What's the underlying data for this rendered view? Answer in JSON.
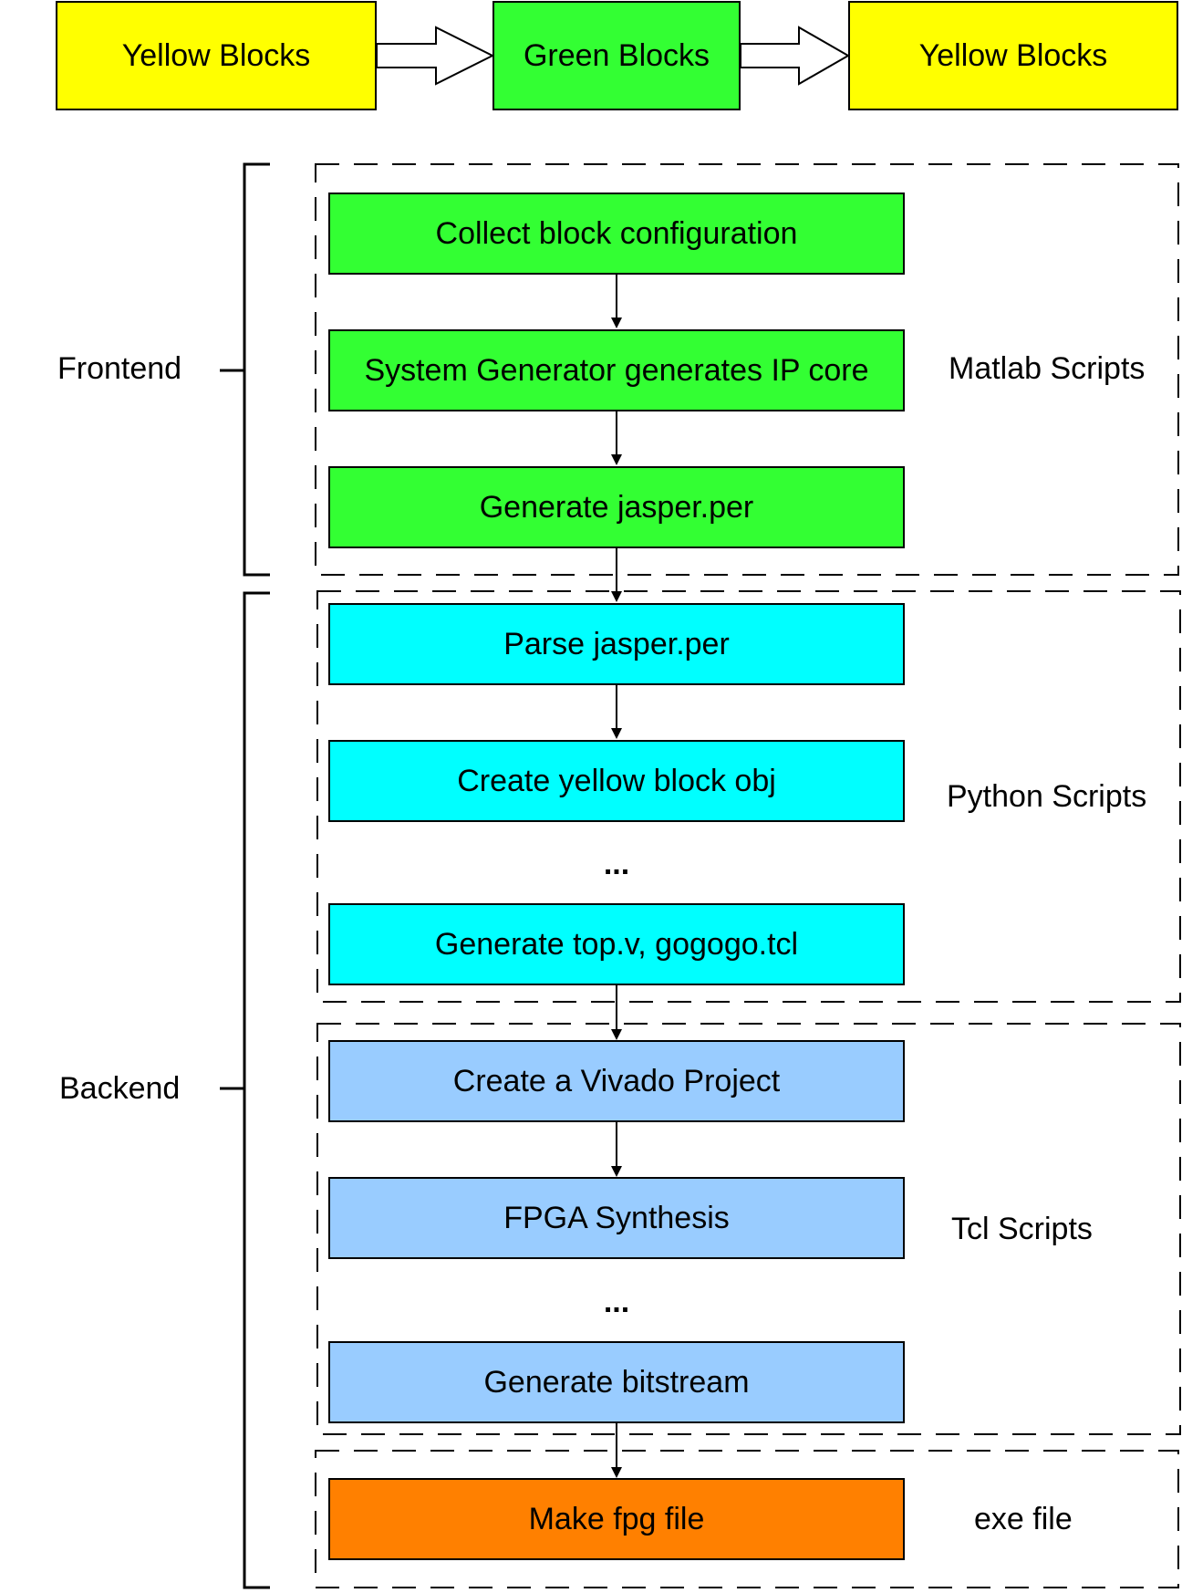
{
  "top_row": {
    "blocks": [
      {
        "label": "Yellow Blocks",
        "color": "#ffff00"
      },
      {
        "label": "Green Blocks",
        "color": "#33ff33"
      },
      {
        "label": "Yellow Blocks",
        "color": "#ffff00"
      }
    ]
  },
  "stages": {
    "frontend": "Frontend",
    "backend": "Backend"
  },
  "groups": {
    "matlab": {
      "label": "Matlab Scripts",
      "color": "#33ff33",
      "steps": [
        "Collect block configuration",
        "System Generator generates IP core",
        "Generate jasper.per"
      ]
    },
    "python": {
      "label": "Python Scripts",
      "color": "#00ffff",
      "steps": [
        "Parse jasper.per",
        "Create yellow block obj",
        "Generate top.v, gogogo.tcl"
      ],
      "ellipsis": "..."
    },
    "tcl": {
      "label": "Tcl Scripts",
      "color": "#99ccff",
      "steps": [
        "Create a Vivado Project",
        "FPGA Synthesis",
        "Generate bitstream"
      ],
      "ellipsis": "..."
    },
    "exe": {
      "label": "exe file",
      "color": "#ff8000",
      "steps": [
        "Make fpg file"
      ]
    }
  }
}
